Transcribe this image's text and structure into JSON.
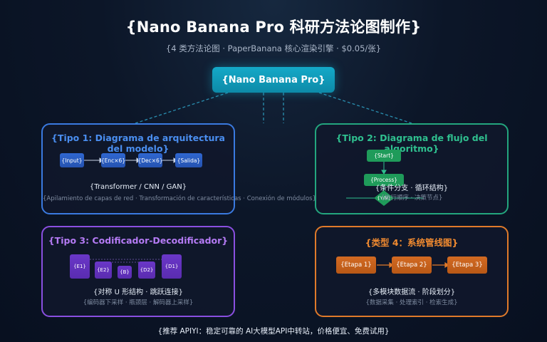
{
  "header": {
    "title": "{Nano Banana Pro 科研方法论图制作}",
    "subtitle": "{4 类方法论图 · PaperBanana 核心渲染引擎 · $0.05/张}"
  },
  "center_node": "{Nano Banana Pro}",
  "cards": [
    {
      "title": "{Tipo 1: Diagrama de arquitectura del modelo}",
      "nodes": [
        "{Input}",
        "{Enc×6}",
        "{Dec×6}",
        "{Salida}"
      ],
      "caption": "{Transformer / CNN / GAN}",
      "sub": "{Apilamiento de capas de red · Transformación de características · Conexión de módulos}",
      "color": "#3a7ae0"
    },
    {
      "title": "{Tipo 2: Diagrama de flujo del algoritmo}",
      "nodes": [
        "{Start}",
        "{Process}",
        "{Y/N}"
      ],
      "caption": "{条件分支 · 循环结构}",
      "sub": "{执行顺序 · 决策节点}",
      "color": "#23a67e"
    },
    {
      "title": "{Tipo 3: Codificador-Decodificador}",
      "nodes": [
        "{E1}",
        "{E2}",
        "{B}",
        "{D2}",
        "{D1}"
      ],
      "caption": "{对称 U 形结构 · 跳跃连接}",
      "sub": "{编码器下采样 · 瓶颈层 · 解码器上采样}",
      "color": "#8a4fe0"
    },
    {
      "title": "{类型 4：系统管线图}",
      "nodes": [
        "{Etapa 1}",
        "{Etapa 2}",
        "{Etapa 3}"
      ],
      "caption": "{多模块数据流 · 阶段划分}",
      "sub": "{数据采集 · 处理索引 · 检索生成}",
      "color": "#e07a2a"
    }
  ],
  "footer": "{推荐 APIYI：稳定可靠的 AI大模型API中转站，价格便宜、免费试用}"
}
